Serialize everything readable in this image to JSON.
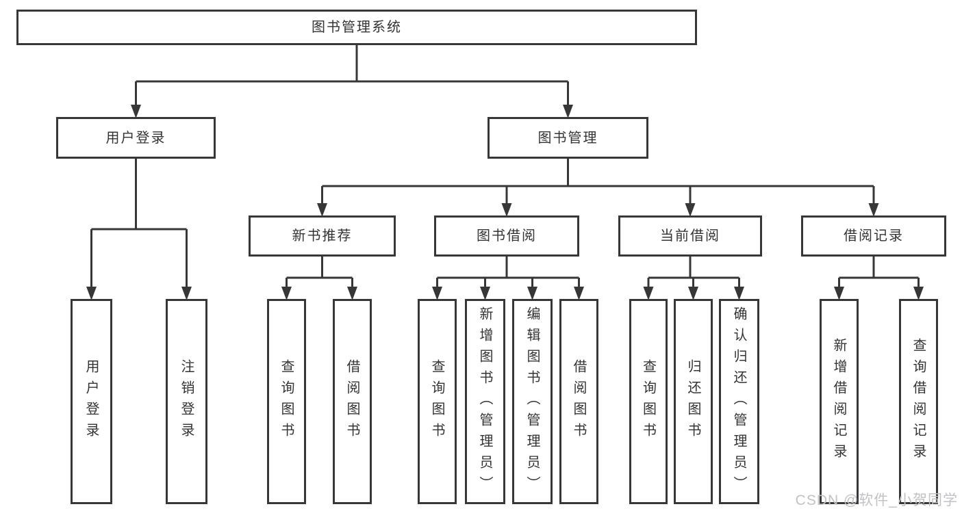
{
  "diagram": {
    "root": {
      "label": "图书管理系统"
    },
    "branches": [
      {
        "label": "用户登录",
        "children": [
          {
            "label": "用户登录"
          },
          {
            "label": "注销登录"
          }
        ]
      },
      {
        "label": "图书管理",
        "children": [
          {
            "label": "新书推荐",
            "children": [
              {
                "label": "查询图书"
              },
              {
                "label": "借阅图书"
              }
            ]
          },
          {
            "label": "图书借阅",
            "children": [
              {
                "label": "查询图书"
              },
              {
                "label": "新增图书（管理员）"
              },
              {
                "label": "编辑图书（管理员）"
              },
              {
                "label": "借阅图书"
              }
            ]
          },
          {
            "label": "当前借阅",
            "children": [
              {
                "label": "查询图书"
              },
              {
                "label": "归还图书"
              },
              {
                "label": "确认归还（管理员）"
              }
            ]
          },
          {
            "label": "借阅记录",
            "children": [
              {
                "label": "新增借阅记录"
              },
              {
                "label": "查询借阅记录"
              }
            ]
          }
        ]
      }
    ]
  },
  "watermark": {
    "text": "CSDN @软件_小贺同学"
  },
  "colors": {
    "line": "#373737",
    "text": "#333333",
    "background": "#ffffff",
    "watermark": "#c2c2c6"
  }
}
